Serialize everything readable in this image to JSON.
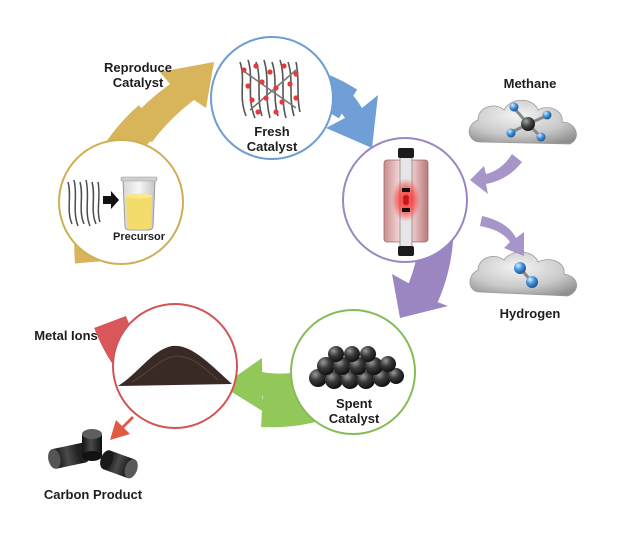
{
  "labels": {
    "reproduce_catalyst": [
      "Reproduce",
      "Catalyst"
    ],
    "fresh_catalyst": [
      "Fresh",
      "Catalyst"
    ],
    "methane": "Methane",
    "hydrogen": "Hydrogen",
    "precursor": "Precursor",
    "metal_ions": "Metal Ions",
    "spent_catalyst": [
      "Spent",
      "Catalyst"
    ],
    "carbon_product": "Carbon Product"
  },
  "colors": {
    "arc_blue": "#6f9fd6",
    "arc_purple": "#9b86c2",
    "arc_green": "#92c85a",
    "arc_red": "#d9575a",
    "arc_yellow": "#d8b45a",
    "circle_blue": "#6c9dd3",
    "circle_purple": "#9a86c0",
    "circle_green": "#86bb57",
    "circle_red": "#d25454",
    "circle_yellow": "#cfae57",
    "feed_arrow": "#a795c9",
    "exit_arrow": "#e05a44"
  }
}
